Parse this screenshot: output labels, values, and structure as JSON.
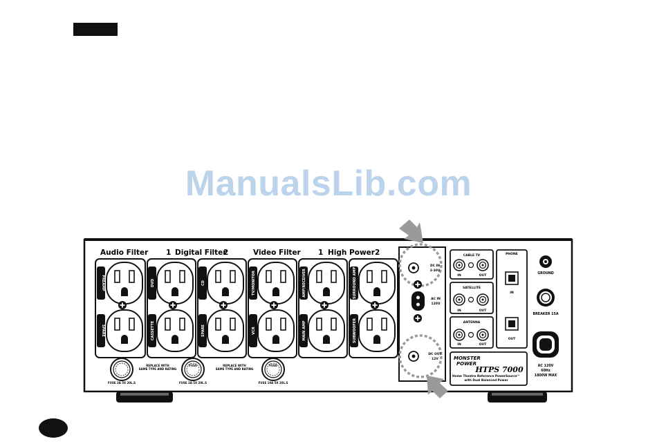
{
  "watermark": "ManualsLib.com",
  "groups": {
    "audio_filter": "Audio Filter",
    "digital_filter": "Digital Filter",
    "video_filter": "Video Filter",
    "high_power": "High Power",
    "num_1": "1",
    "num_2": "2",
    "num_1b": "1",
    "num_2b": "2"
  },
  "outlets": {
    "o1": "PREAMP",
    "o2": "SPARE",
    "o3": "DVD",
    "o4": "CASSETTE",
    "o5": "CD",
    "o6": "SPARE",
    "o7": "TV/MONITOR",
    "o8": "VCR",
    "o9": "AMP/RECEIVER",
    "o10": "MAIN AMP",
    "o11": "SURROUND AMP",
    "o12": "SUBWOOFER"
  },
  "fuses": {
    "f1_caption": "FUSE 2A 5X 20L.S",
    "f2_caption": "FUSE 2A 5X 20L.S",
    "f3_caption": "FUSE 10A 5X 20L.S",
    "fuse_word": "FUSE",
    "note1a": "REPLACE WITH",
    "note1b": "SAME TYPE AND RATING",
    "note2a": "REPLACE WITH",
    "note2b": "SAME TYPE AND RATING"
  },
  "dc": {
    "dc_in_a": "DC IN",
    "dc_in_b": "3-30V",
    "ac_in_a": "AC IN",
    "ac_in_b": "120V",
    "dc_out_a": "DC OUT",
    "dc_out_b": "12V"
  },
  "av": {
    "cable_tv": "CABLE TV",
    "satellite": "SATELLITE",
    "antenna": "ANTENNA",
    "in1": "IN",
    "out1": "OUT",
    "in2": "IN",
    "out2": "OUT",
    "in3": "IN",
    "out3": "OUT",
    "phone": "PHONE",
    "phone_in": "IN",
    "phone_out": "OUT"
  },
  "right": {
    "ground": "GROUND",
    "breaker": "BREAKER 15A",
    "ac_a": "AC 120V",
    "ac_b": "60Hz",
    "ac_c": "1800W MAX"
  },
  "brand": {
    "logo_a": "MONSTER",
    "logo_b": "POWER",
    "model": "HTPS 7000",
    "desc_a": "Home Theatre Reference PowerSource™",
    "desc_b": "with Dual Balanced Power"
  },
  "colors": {
    "ink": "#111111",
    "watermark": "#bcd3ec",
    "callout": "#9a9a9a"
  }
}
